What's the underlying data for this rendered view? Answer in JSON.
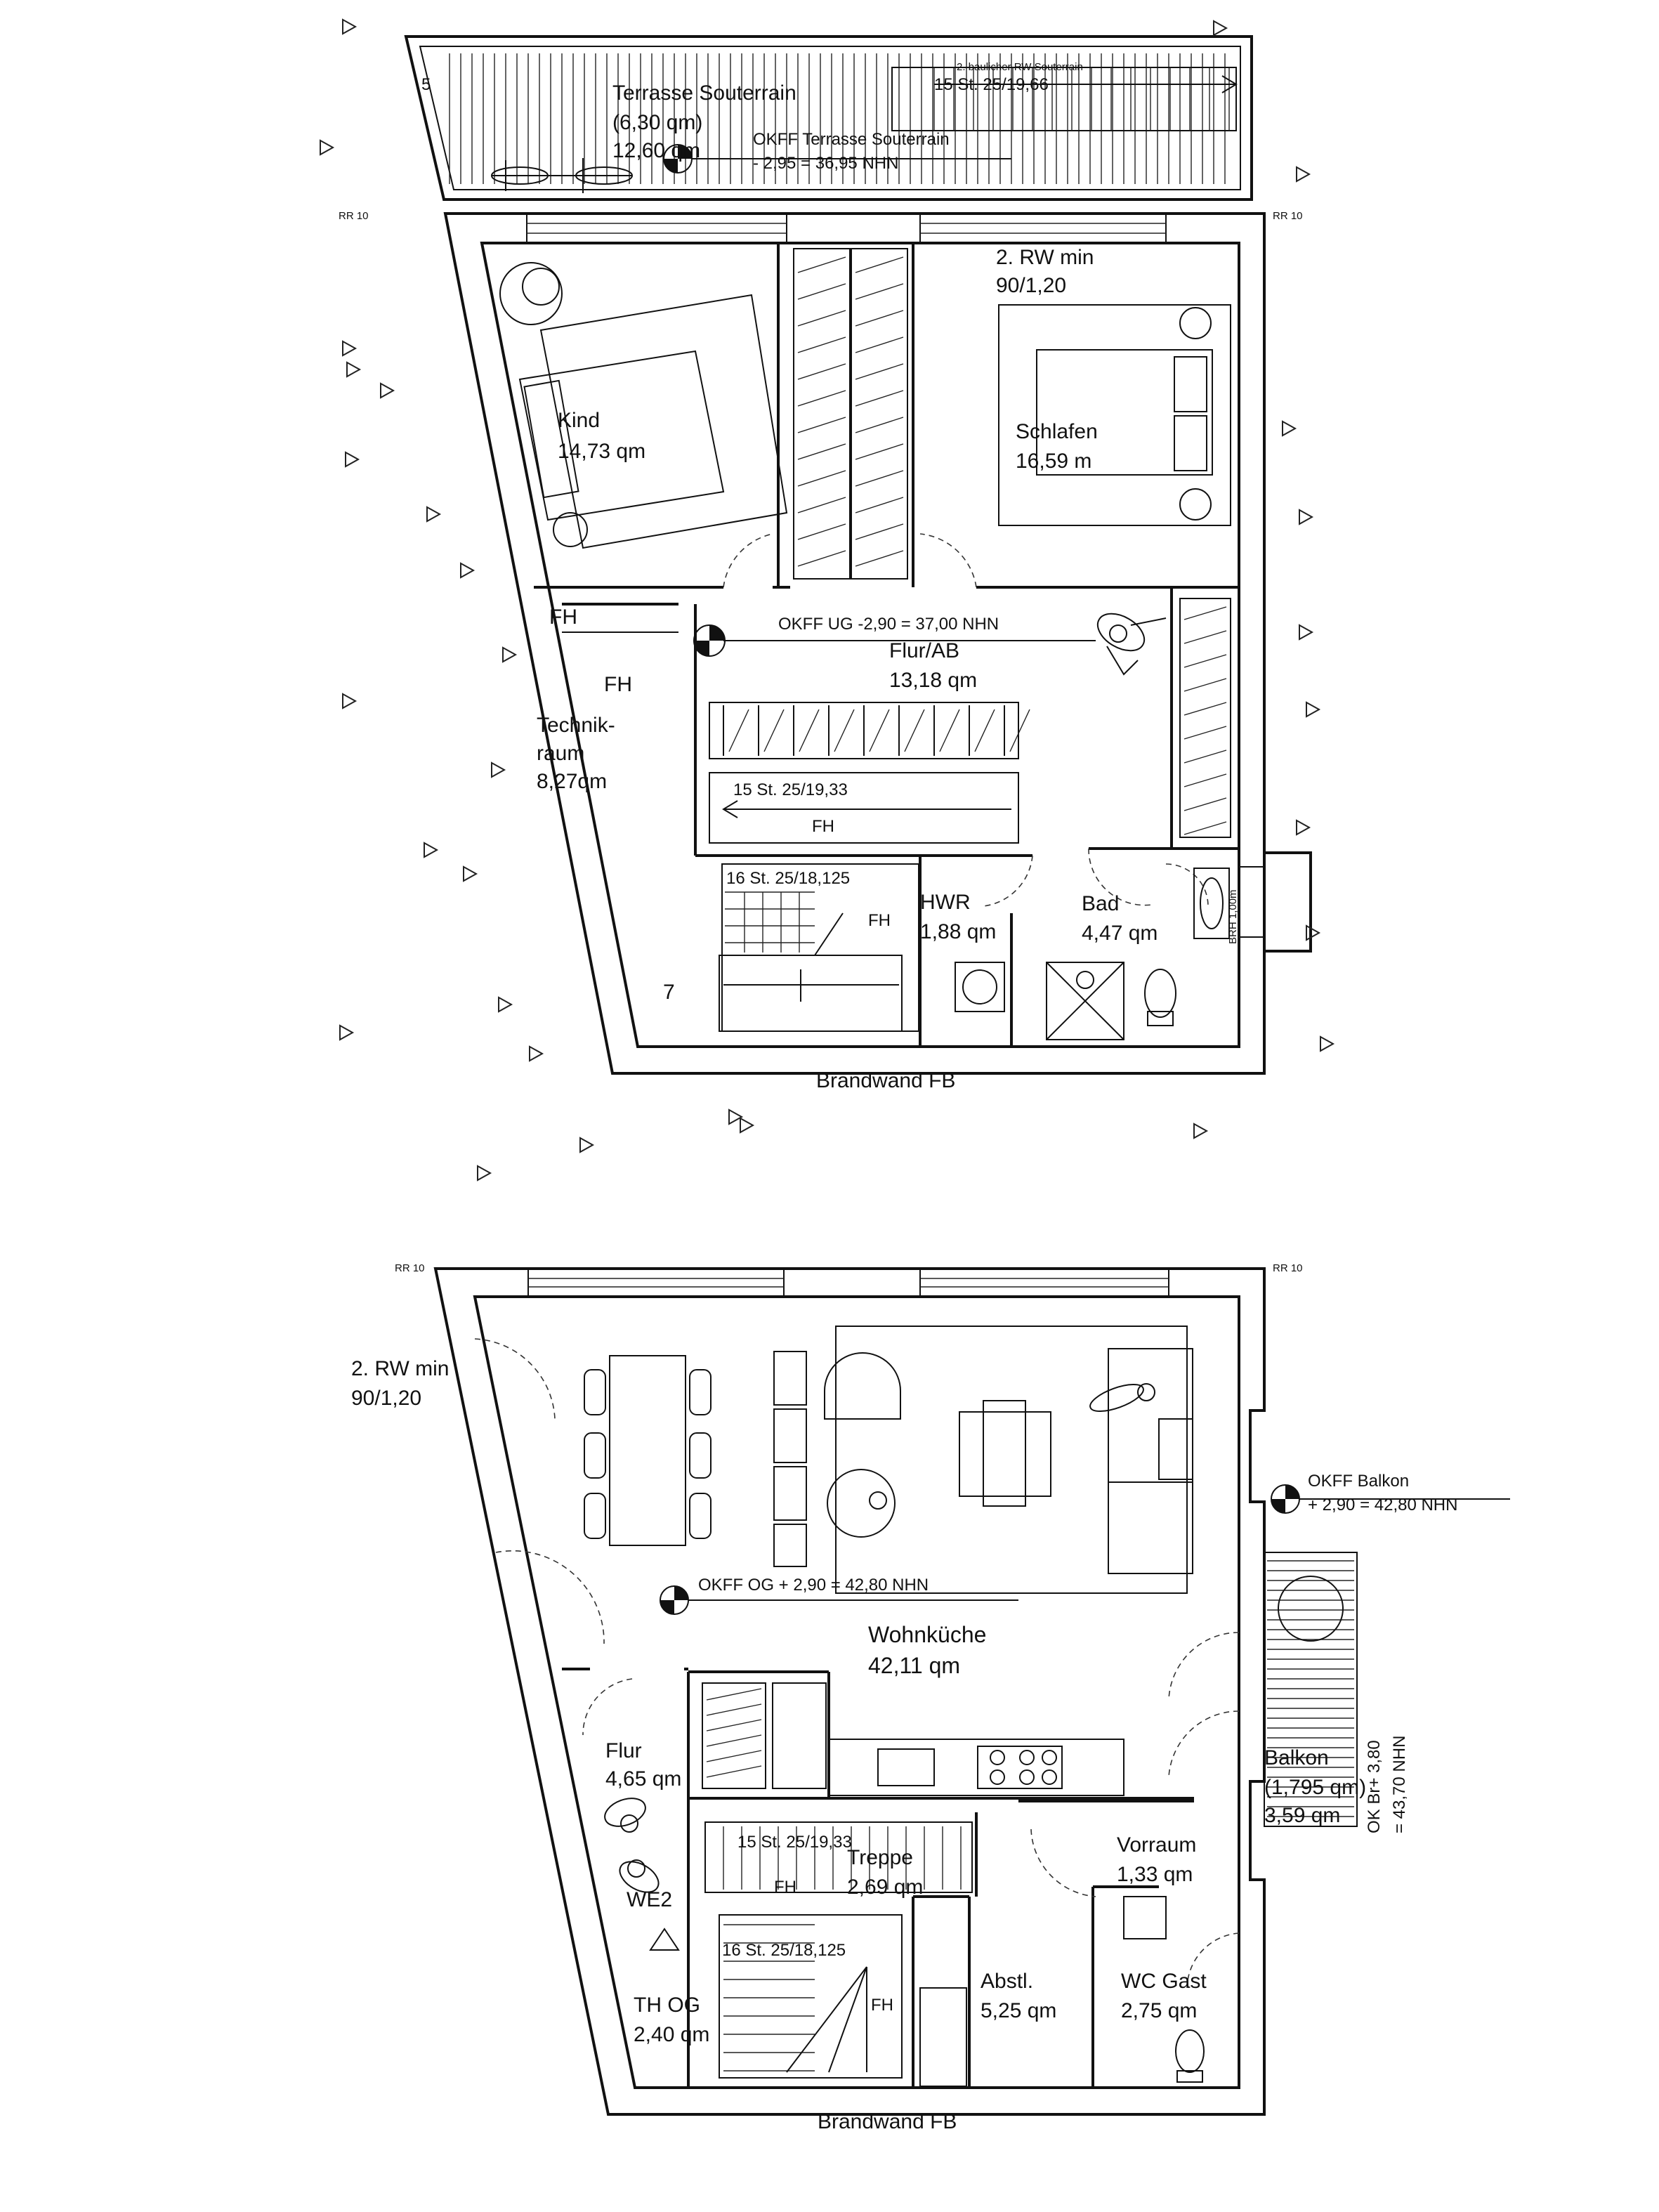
{
  "upper_floor": {
    "terrace_title": "Terrasse Souterrain",
    "terrace_area_a": "(6,30 qm)",
    "terrace_area_b": "12,60 qm",
    "terrace_stair_note": "2. baulicher RW Souterrain",
    "terrace_stair_spec": "15 St. 25/19,66",
    "okff_terrace_label": "OKFF Terrasse Souterrain",
    "okff_terrace_value": "- 2,95 = 36,95 NHN",
    "rr_left": "RR 10",
    "rr_right": "RR 10",
    "rw_label": "2. RW min",
    "rw_value": "90/1,20",
    "kind_name": "Kind",
    "kind_area": "14,73 qm",
    "schlafen_name": "Schlafen",
    "schlafen_area": "16,59 m",
    "okff_ug": "OKFF UG  -2,90 = 37,00 NHN",
    "flur_name": "Flur/AB",
    "flur_area": "13,18 qm",
    "fh_1": "FH",
    "fh_2": "FH",
    "fh_3": "FH",
    "fh_4": "FH",
    "technik_1": "Technik-",
    "technik_2": "raum",
    "technik_area": "8,27qm",
    "stair_a": "15 St. 25/19,33",
    "stair_b": "16 St. 25/18,125",
    "hwr_name": "HWR",
    "hwr_area": "1,88 qm",
    "bad_name": "Bad",
    "bad_area": "4,47 qm",
    "brh": "BRH 1,00m",
    "number_7": "7",
    "number_5": "5",
    "brandwand": "Brandwand FB"
  },
  "lower_floor": {
    "rr_left": "RR 10",
    "rr_right": "RR 10",
    "rw_label": "2. RW min",
    "rw_value": "90/1,20",
    "okff_balkon_label": "OKFF Balkon",
    "okff_balkon_value": "+ 2,90 = 42,80 NHN",
    "okff_og": "OKFF OG  + 2,90 = 42,80 NHN",
    "wohn_name": "Wohnküche",
    "wohn_area": "42,11 qm",
    "ok_br_1": "OK Br+ 3,80",
    "ok_br_2": "= 43,70 NHN",
    "balkon_name": "Balkon",
    "balkon_area_a": "(1,795 qm)",
    "balkon_area_b": "3,59 qm",
    "flur_name": "Flur",
    "flur_area": "4,65 qm",
    "stair_a": "15 St. 25/19,33",
    "treppe_name": "Treppe",
    "treppe_area": "2,69 qm",
    "fh_1": "FH",
    "fh_2": "FH",
    "vorraum_name": "Vorraum",
    "vorraum_area": "1,33 qm",
    "we2": "WE2",
    "stair_b": "16 St. 25/18,125",
    "abstl_name": "Abstl.",
    "abstl_area": "5,25 qm",
    "wc_name": "WC Gast",
    "wc_area": "2,75 qm",
    "th_name": "TH OG",
    "th_area": "2,40 qm",
    "brandwand": "Brandwand FB"
  }
}
